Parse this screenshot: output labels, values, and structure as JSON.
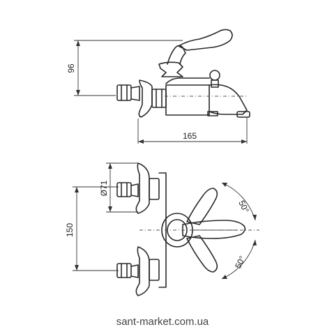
{
  "dimensions": {
    "side_height": "96",
    "side_length": "165",
    "front_diameter": "Ø71",
    "front_height": "150",
    "angle_top": "50°",
    "angle_bottom": "50°"
  },
  "watermark": "sant-market.com.ua"
}
